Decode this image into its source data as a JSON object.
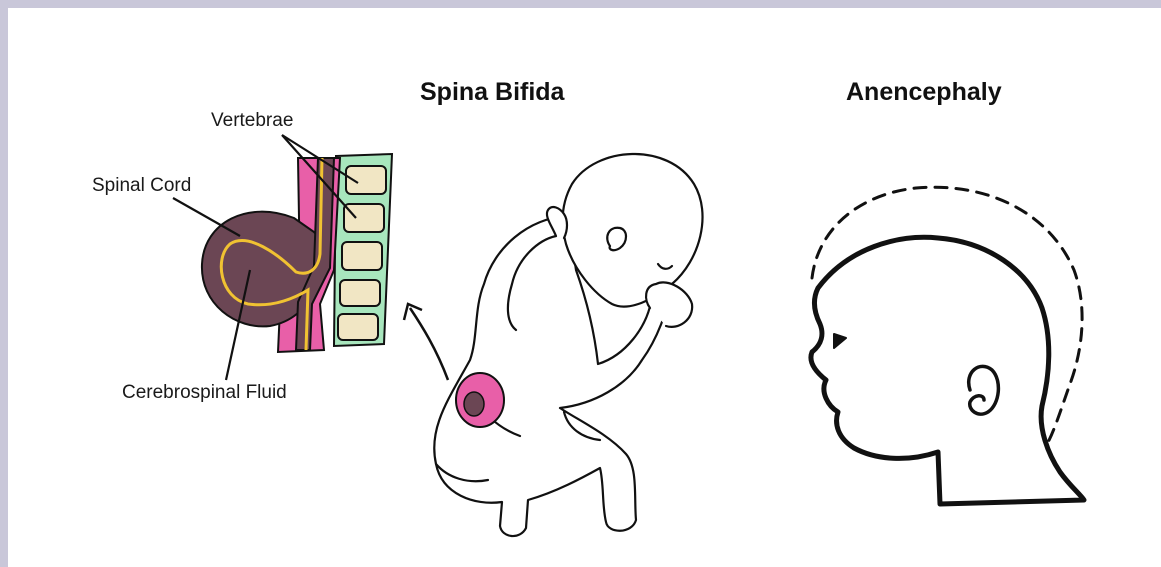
{
  "titles": {
    "spina_bifida": "Spina Bifida",
    "anencephaly": "Anencephaly"
  },
  "labels": {
    "vertebrae": "Vertebrae",
    "spinal_cord": "Spinal Cord",
    "csf": "Cerebrospinal Fluid"
  },
  "colors": {
    "frame_border": "#c9c7d9",
    "tissue_pink": "#e85fa8",
    "sac_brown": "#6b4654",
    "cord_yellow": "#f0c232",
    "bone_cream": "#f1e6c4",
    "disc_green": "#a8e6bd"
  }
}
